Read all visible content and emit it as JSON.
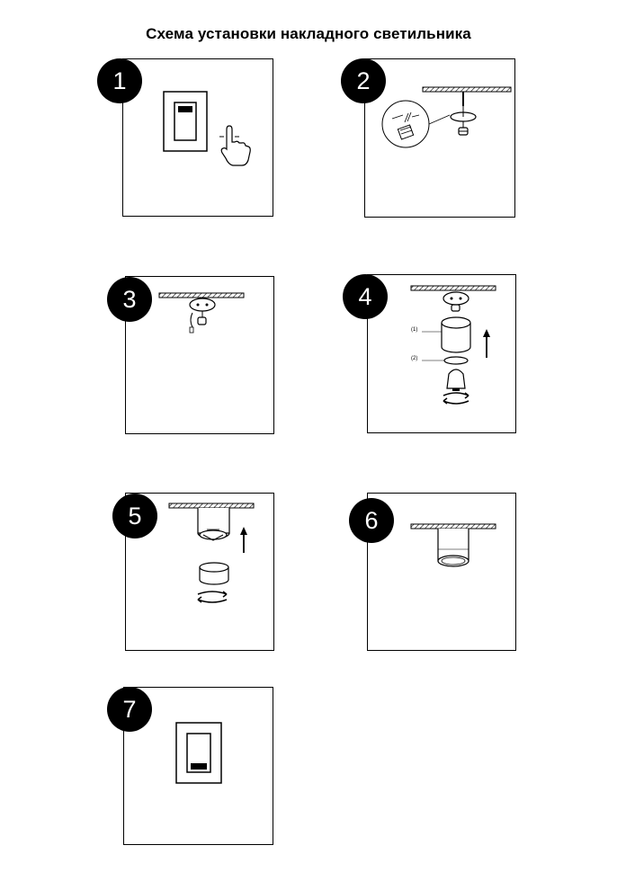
{
  "title": "Схема установки накладного светильника",
  "steps": [
    {
      "number": "1"
    },
    {
      "number": "2"
    },
    {
      "number": "3"
    },
    {
      "number": "4",
      "part_labels": [
        "(1)",
        "(2)"
      ]
    },
    {
      "number": "5"
    },
    {
      "number": "6"
    },
    {
      "number": "7"
    }
  ]
}
